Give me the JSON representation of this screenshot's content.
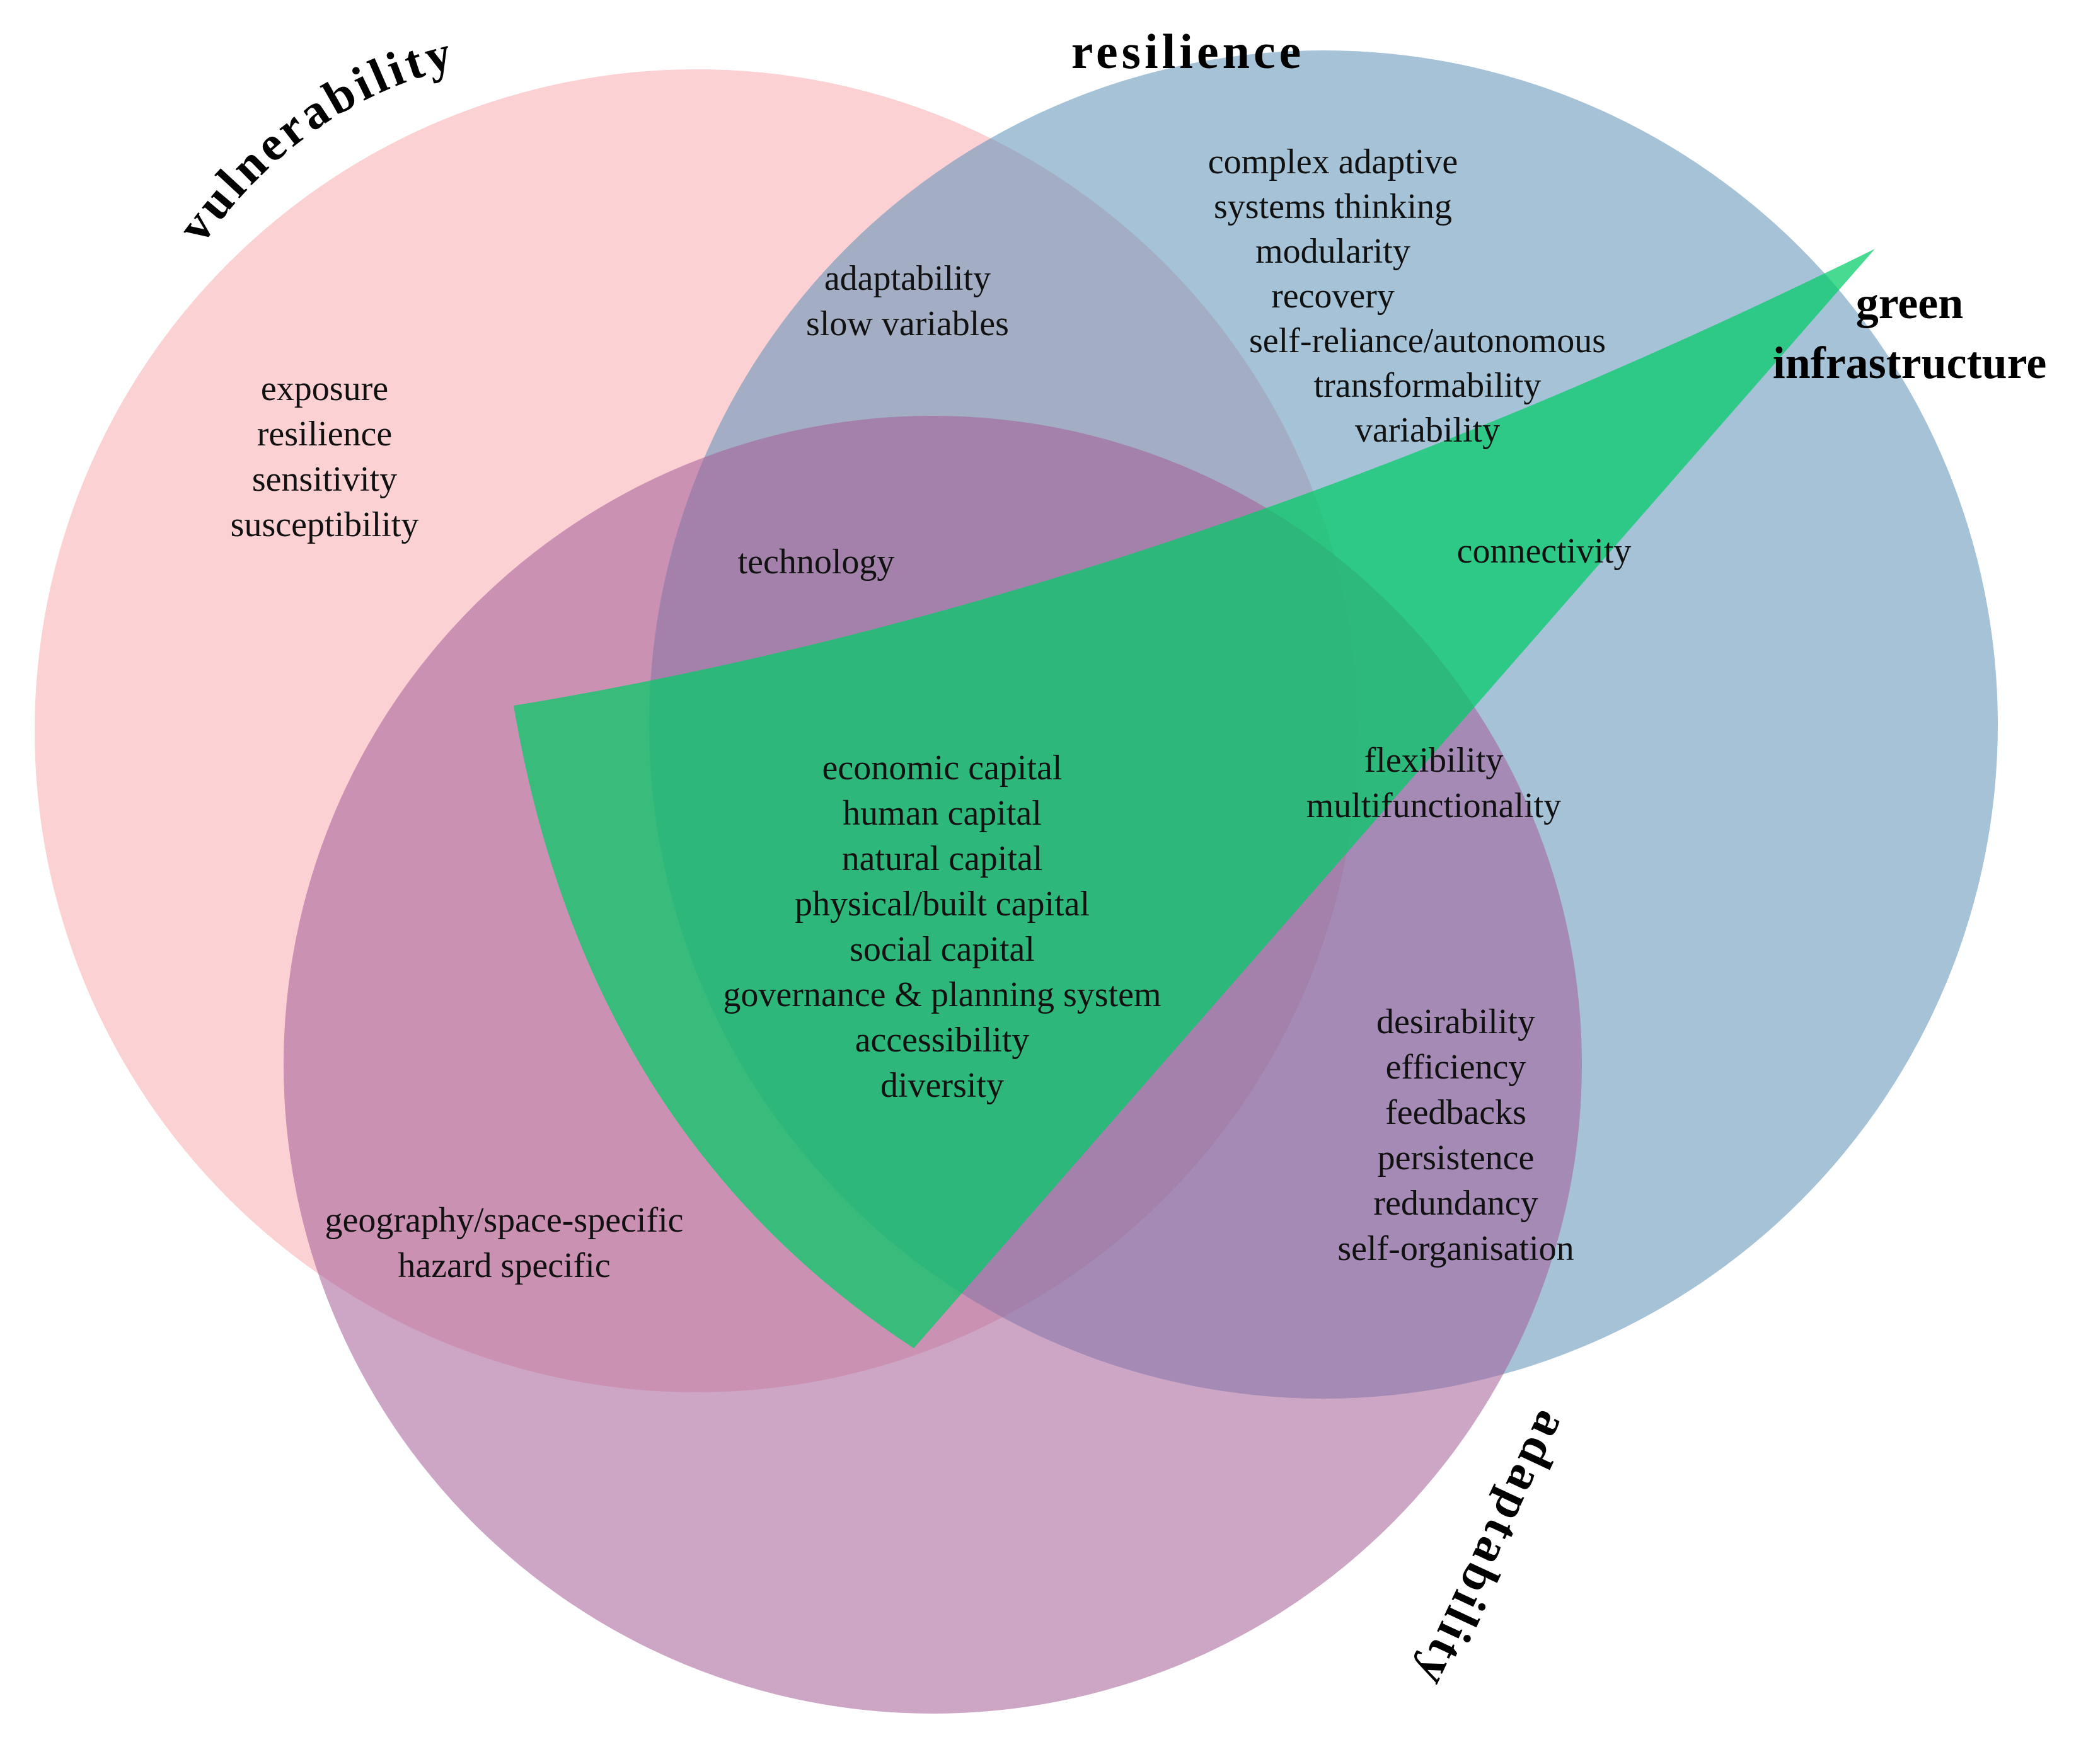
{
  "sets": {
    "vulnerability": {
      "label": "vulnerability",
      "color": "#f9b3b8",
      "items": [
        "exposure",
        "resilience",
        "sensitivity",
        "susceptibility"
      ]
    },
    "resilience": {
      "label": "resilience",
      "color": "#5b8fb7",
      "items": [
        "complex adaptive",
        "systems thinking",
        "modularity",
        "recovery",
        "self-reliance/autonomous",
        "transformability",
        "variability"
      ]
    },
    "adaptability": {
      "label": "adaptability",
      "color": "#a45c97",
      "items": []
    },
    "green_infrastructure": {
      "label_line1": "green",
      "label_line2": "infrastructure",
      "color": "#00cc66"
    }
  },
  "overlaps": {
    "vulnerability_resilience": [
      "adaptability",
      "slow variables"
    ],
    "vulnerability_resilience_adaptability": [
      "technology"
    ],
    "resilience_green": [
      "connectivity"
    ],
    "all_four": [
      "economic capital",
      "human capital",
      "natural capital",
      "physical/built capital",
      "social capital",
      "governance & planning system",
      "accessibility",
      "diversity"
    ],
    "resilience_adaptability_green": [
      "flexibility",
      "multifunctionality"
    ],
    "resilience_adaptability": [
      "desirability",
      "efficiency",
      "feedbacks",
      "persistence",
      "redundancy",
      "self-organisation"
    ],
    "vulnerability_adaptability": [
      "geography/space-specific",
      "hazard specific"
    ]
  }
}
